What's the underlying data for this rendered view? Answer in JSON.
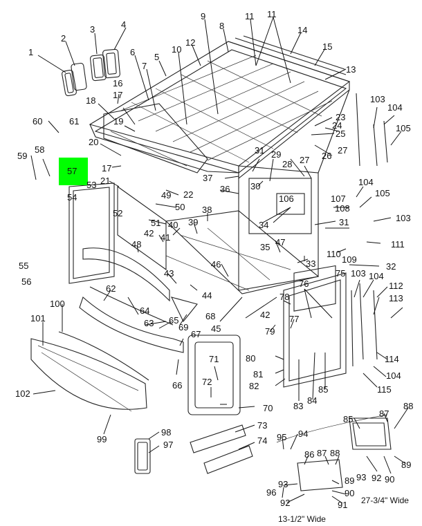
{
  "highlight": {
    "label": "57",
    "color": "#00ff00"
  },
  "callouts": [
    "1",
    "2",
    "3",
    "4",
    "5",
    "6",
    "7",
    "8",
    "9",
    "10",
    "11",
    "11",
    "12",
    "13",
    "14",
    "15",
    "16",
    "17",
    "17",
    "18",
    "19",
    "20",
    "21",
    "22",
    "23",
    "24",
    "25",
    "26",
    "27",
    "27",
    "28",
    "29",
    "30",
    "31",
    "31",
    "32",
    "33",
    "34",
    "35",
    "36",
    "37",
    "38",
    "39",
    "40",
    "41",
    "42",
    "42",
    "43",
    "44",
    "45",
    "46",
    "47",
    "48",
    "49",
    "50",
    "51",
    "52",
    "53",
    "54",
    "55",
    "56",
    "58",
    "59",
    "60",
    "61",
    "62",
    "63",
    "64",
    "65",
    "66",
    "67",
    "68",
    "69",
    "70",
    "71",
    "72",
    "73",
    "74",
    "75",
    "76",
    "77",
    "78",
    "79",
    "80",
    "81",
    "82",
    "83",
    "84",
    "85",
    "85",
    "86",
    "87",
    "87",
    "88",
    "88",
    "89",
    "89",
    "90",
    "90",
    "91",
    "92",
    "92",
    "93",
    "93",
    "94",
    "95",
    "96",
    "97",
    "98",
    "99",
    "100",
    "101",
    "102",
    "103",
    "103",
    "103",
    "104",
    "104",
    "104",
    "104",
    "105",
    "105",
    "106",
    "107",
    "108",
    "109",
    "110",
    "111",
    "112",
    "113",
    "114",
    "115"
  ],
  "captions": {
    "wide_large": "27-3/4\" Wide",
    "wide_small": "13-1/2\" Wide"
  }
}
